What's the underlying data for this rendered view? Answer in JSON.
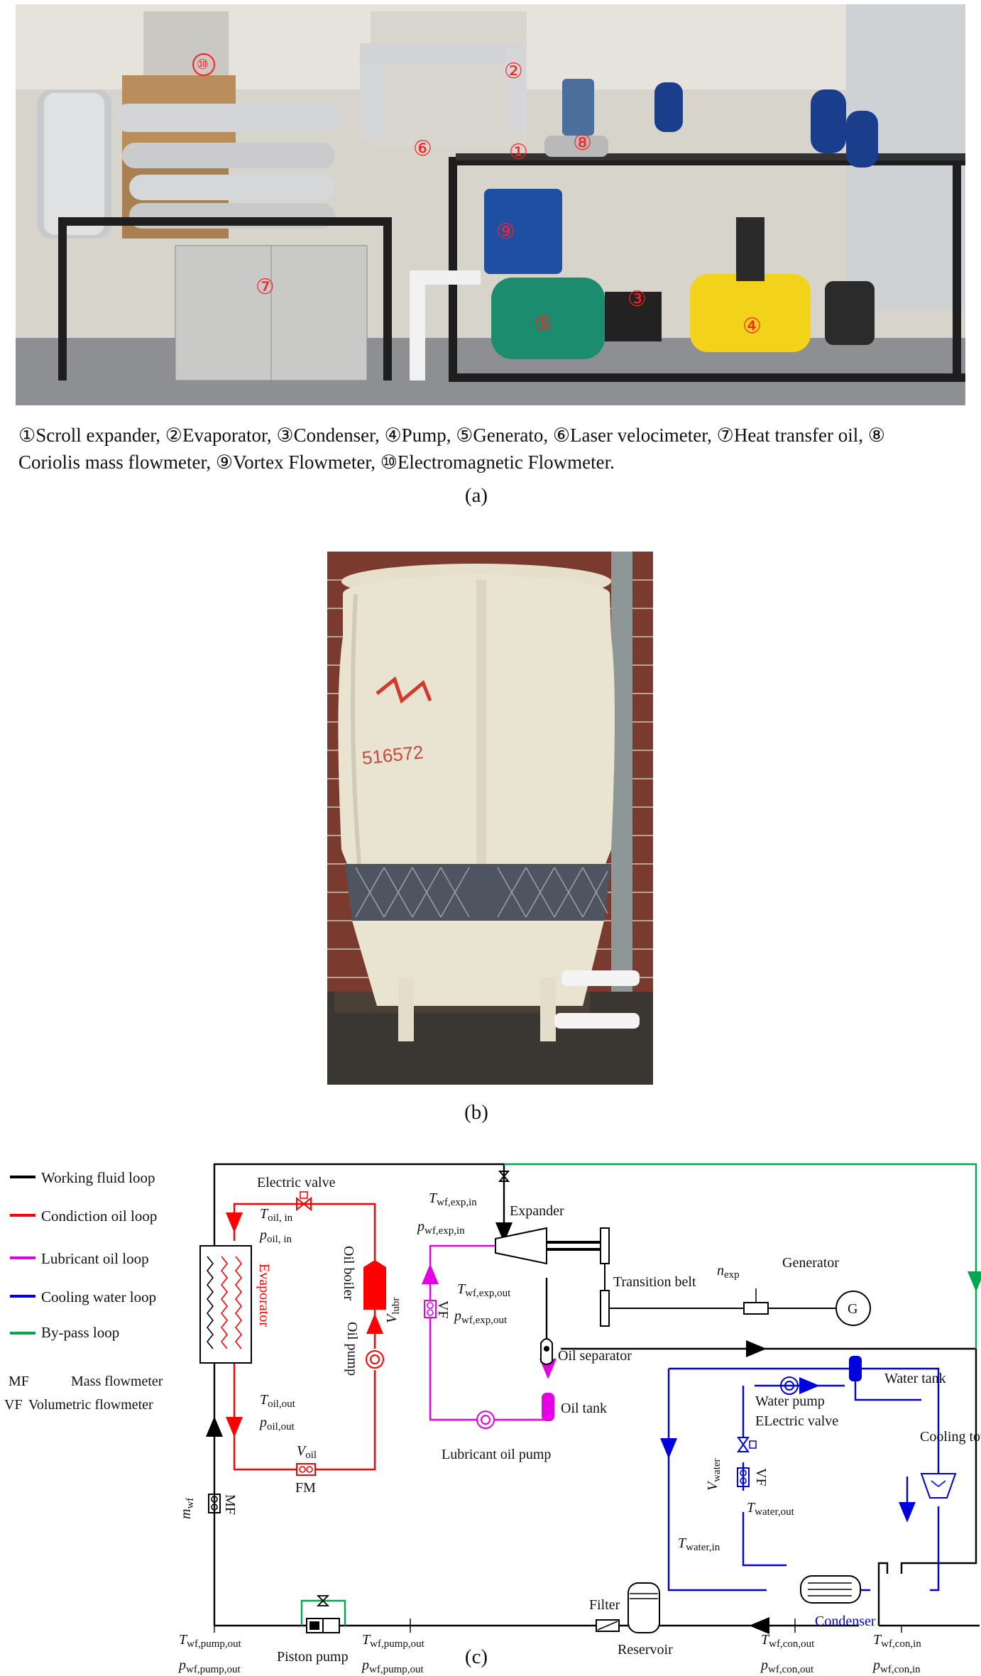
{
  "photo_a": {
    "markers": [
      "⑩",
      "②",
      "⑥",
      "①",
      "⑧",
      "⑨",
      "⑦",
      "③",
      "⑤",
      "④"
    ]
  },
  "caption": {
    "line1": "①Scroll expander, ②Evaporator, ③Condenser, ④Pump, ⑤Generato, ⑥Laser velocimeter, ⑦Heat transfer oil, ⑧",
    "line2": "Coriolis mass flowmeter, ⑨Vortex Flowmeter, ⑩Electromagnetic Flowmeter."
  },
  "labels": {
    "a": "(a)",
    "b": "(b)",
    "c": "(c)"
  },
  "photo_b": {
    "tower_text": "516572"
  },
  "diagram": {
    "legend": [
      {
        "label": "Working fluid  loop",
        "color": "#000000"
      },
      {
        "label": "Condiction oil  loop",
        "color": "#ff0000"
      },
      {
        "label": "Lubricant oil   loop",
        "color": "#e600e6"
      },
      {
        "label": "Cooling water  loop",
        "color": "#0000dd"
      },
      {
        "label": "By-pass loop",
        "color": "#00a650"
      }
    ],
    "abbr": [
      {
        "key": "MF",
        "desc": "Mass flowmeter"
      },
      {
        "key": "VF",
        "desc": "Volumetric flowmeter"
      }
    ],
    "components": {
      "electric_valve": "Electric valve",
      "expander": "Expander",
      "transition_belt": "Transition belt",
      "generator": "Generator",
      "generator_symbol": "G",
      "oil_boiler": "Oil boiler",
      "oil_pump": "Oil pump",
      "evaporator": "Evaporator",
      "oil_separator": "Oil separator",
      "oil_tank": "Oil tank",
      "lubricant_oil_pump": "Lubricant oil pump",
      "water_tank": "Water tank",
      "water_pump": "Water pump",
      "electric_valve_2": "ELectric valve",
      "cooling_tower": "Cooling tower",
      "condenser": "Condenser",
      "filter": "Filter",
      "reservoir": "Reservoir",
      "piston_pump": "Piston pump",
      "fm": "FM",
      "vf": "VF",
      "mf": "MF"
    },
    "variables": {
      "T_oil_in": "T",
      "T_oil_in_sub": "oil, in",
      "p_oil_in": "p",
      "p_oil_in_sub": "oil, in",
      "T_oil_out": "T",
      "T_oil_out_sub": "oil,out",
      "p_oil_out": "p",
      "p_oil_out_sub": "oil,out",
      "V_oil": "V",
      "V_oil_sub": "oil",
      "T_exp_in": "T",
      "T_exp_in_sub": "wf,exp,in",
      "p_exp_in": "p",
      "p_exp_in_sub": "wf,exp,in",
      "T_exp_out": "T",
      "T_exp_out_sub": "wf,exp,out",
      "p_exp_out": "p",
      "p_exp_out_sub": "wf,exp,out",
      "n_exp": "n",
      "n_exp_sub": "exp",
      "V_lubr": "V",
      "V_lubr_sub": "lubr",
      "V_water": "V",
      "V_water_sub": "water",
      "T_water_in": "T",
      "T_water_in_sub": "water,in",
      "T_water_out": "T",
      "T_water_out_sub": "water,out",
      "m_wf": "m",
      "m_wf_sub": "wf",
      "T_pump_out_1": "T",
      "T_pump_out_1_sub": "wf,pump,out",
      "p_pump_out_1": "p",
      "p_pump_out_1_sub": "wf,pump,out",
      "T_pump_out_2": "T",
      "T_pump_out_2_sub": "wf,pump,out",
      "p_pump_out_2": "p",
      "p_pump_out_2_sub": "wf,pump,out",
      "T_con_out": "T",
      "T_con_out_sub": "wf,con,out",
      "p_con_out": "p",
      "p_con_out_sub": "wf,con,out",
      "T_con_in": "T",
      "T_con_in_sub": "wf,con,in",
      "p_con_in": "p",
      "p_con_in_sub": "wf,con,in"
    }
  }
}
